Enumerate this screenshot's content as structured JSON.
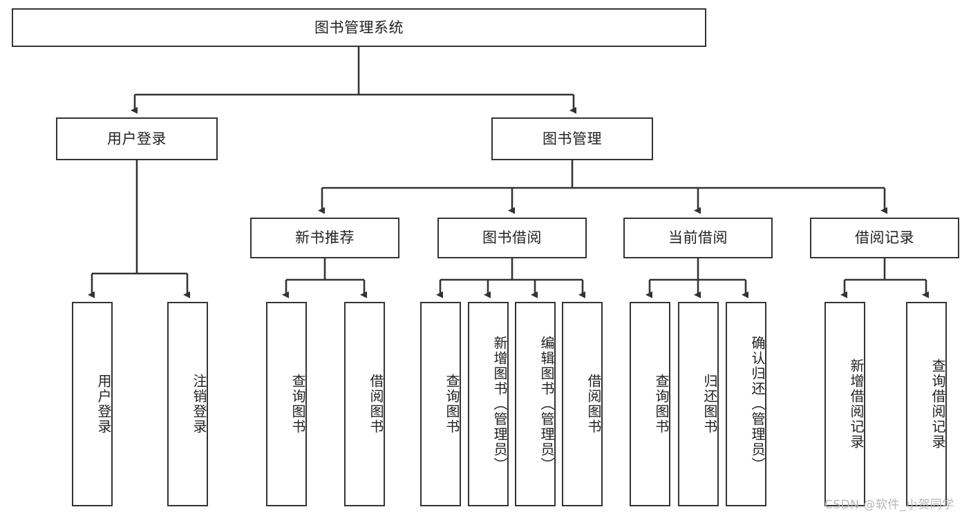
{
  "diagram": {
    "title": "图书管理系统",
    "watermark": "CSDN @软件_小贺同学",
    "line_color": "#333333",
    "box_fill": "#ffffff",
    "text_color": "#222222",
    "watermark_color": "#b8b8b8"
  },
  "nodes": {
    "root": {
      "label": "图书管理系统"
    },
    "level2": [
      {
        "id": "user-login",
        "label": "用户登录"
      },
      {
        "id": "book-manage",
        "label": "图书管理"
      }
    ],
    "level3": [
      {
        "id": "new-book-recommend",
        "label": "新书推荐"
      },
      {
        "id": "book-borrow",
        "label": "图书借阅"
      },
      {
        "id": "current-borrow",
        "label": "当前借阅"
      },
      {
        "id": "borrow-record",
        "label": "借阅记录"
      }
    ],
    "leaves": [
      {
        "id": "leaf-user-login",
        "label": "用户登录",
        "parent": "user-login"
      },
      {
        "id": "leaf-logout",
        "label": "注销登录",
        "parent": "user-login"
      },
      {
        "id": "leaf-query-book-1",
        "label": "查询图书",
        "parent": "new-book-recommend"
      },
      {
        "id": "leaf-borrow-book-1",
        "label": "借阅图书",
        "parent": "new-book-recommend"
      },
      {
        "id": "leaf-query-book-2",
        "label": "查询图书",
        "parent": "book-borrow"
      },
      {
        "id": "leaf-add-book",
        "label": "新增图书（管理员）",
        "parent": "book-borrow"
      },
      {
        "id": "leaf-edit-book",
        "label": "编辑图书（管理员）",
        "parent": "book-borrow"
      },
      {
        "id": "leaf-borrow-book-2",
        "label": "借阅图书",
        "parent": "book-borrow"
      },
      {
        "id": "leaf-query-book-3",
        "label": "查询图书",
        "parent": "current-borrow"
      },
      {
        "id": "leaf-return-book",
        "label": "归还图书",
        "parent": "current-borrow"
      },
      {
        "id": "leaf-confirm-return",
        "label": "确认归还（管理员）",
        "parent": "current-borrow"
      },
      {
        "id": "leaf-add-record",
        "label": "新增借阅记录",
        "parent": "borrow-record"
      },
      {
        "id": "leaf-query-record",
        "label": "查询借阅记录",
        "parent": "borrow-record"
      }
    ]
  }
}
